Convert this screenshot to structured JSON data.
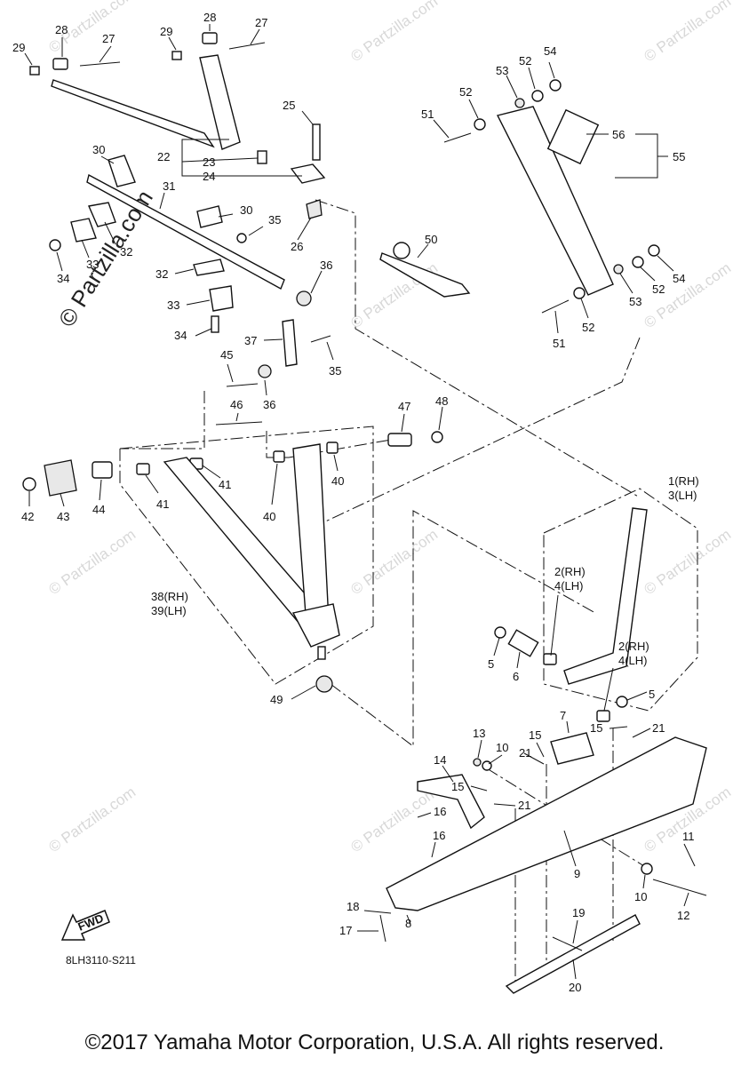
{
  "watermark": {
    "text": "© Partzilla.com",
    "short_text": "© Partzilla.com"
  },
  "diagram_code": "8LH3110-S211",
  "fwd_label": "FWD",
  "copyright": "©2017 Yamaha Motor Corporation, U.S.A. All rights reserved.",
  "callouts": {
    "c29a": "29",
    "c28a": "28",
    "c27a": "27",
    "c29b": "29",
    "c28b": "28",
    "c27b": "27",
    "c25": "25",
    "c22": "22",
    "c23": "23",
    "c24": "24",
    "c26": "26",
    "c30a": "30",
    "c31": "31",
    "c30b": "30",
    "c35a": "35",
    "c32a": "32",
    "c33a": "33",
    "c34a": "34",
    "c32b": "32",
    "c33b": "33",
    "c34b": "34",
    "c36a": "36",
    "c37": "37",
    "c35b": "35",
    "c45": "45",
    "c36b": "36",
    "c46": "46",
    "c47": "47",
    "c48": "48",
    "c42": "42",
    "c43": "43",
    "c44": "44",
    "c41a": "41",
    "c41b": "41",
    "c40a": "40",
    "c40b": "40",
    "c38": "38(RH)",
    "c39": "39(LH)",
    "c49": "49",
    "c54a": "54",
    "c53a": "53",
    "c52a": "52",
    "c52b": "52",
    "c51a": "51",
    "c56": "56",
    "c55": "55",
    "c50": "50",
    "c54b": "54",
    "c52c": "52",
    "c53b": "53",
    "c52d": "52",
    "c51b": "51",
    "c1": "1(RH)",
    "c3": "3(LH)",
    "c2a": "2(RH)",
    "c4a": "4(LH)",
    "c2b": "2(RH)",
    "c4b": "4(LH)",
    "c5a": "5",
    "c6": "6",
    "c5b": "5",
    "c7": "7",
    "c13": "13",
    "c10a": "10",
    "c15a": "15",
    "c15b": "15",
    "c21a": "21",
    "c21b": "21",
    "c14": "14",
    "c15c": "15",
    "c21c": "21",
    "c16a": "16",
    "c16b": "16",
    "c9": "9",
    "c11": "11",
    "c10b": "10",
    "c12": "12",
    "c18": "18",
    "c17": "17",
    "c8": "8",
    "c19": "19",
    "c20": "20"
  }
}
